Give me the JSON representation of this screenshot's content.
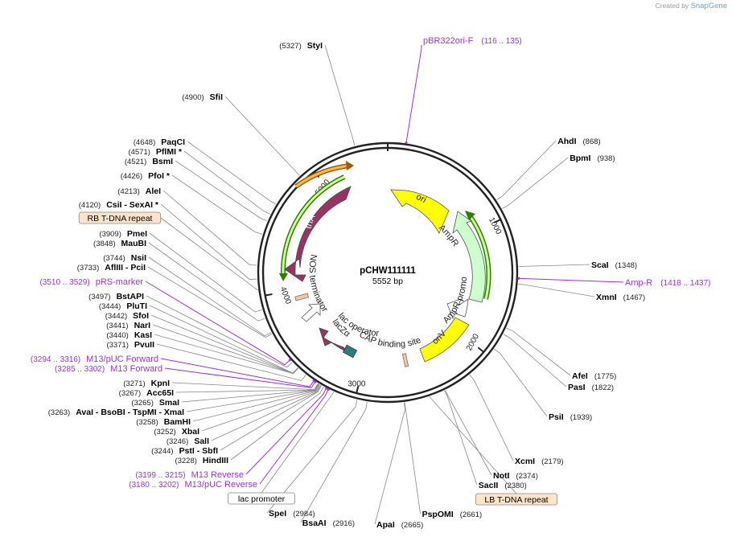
{
  "credit": {
    "created_by": "Created by",
    "brand": "SnapGene"
  },
  "plasmid": {
    "name": "pCHW111111",
    "length": "5552 bp",
    "total_bp": 5552
  },
  "ticks": [
    {
      "bp": 1000,
      "label": "1000"
    },
    {
      "bp": 2000,
      "label": "2000"
    },
    {
      "bp": 3000,
      "label": "3000"
    },
    {
      "bp": 4000,
      "label": "4000"
    },
    {
      "bp": 5000,
      "label": "5000"
    }
  ],
  "sites": [
    {
      "name": "StyI",
      "pos": "(5327)",
      "bp": 5327
    },
    {
      "name": "SfiI",
      "pos": "(4900)",
      "bp": 4900
    },
    {
      "name": "PaqCI",
      "pos": "(4648)",
      "bp": 4648
    },
    {
      "name": "PflMI *",
      "pos": "(4571)",
      "bp": 4571
    },
    {
      "name": "BsmI",
      "pos": "(4521)",
      "bp": 4521
    },
    {
      "name": "PfoI *",
      "pos": "(4426)",
      "bp": 4426
    },
    {
      "name": "AleI",
      "pos": "(4213)",
      "bp": 4213
    },
    {
      "name": "CsiI   - SexAI *",
      "pos": "(4120)",
      "bp": 4120
    },
    {
      "name": "PmeI",
      "pos": "(3909)",
      "bp": 3909
    },
    {
      "name": "MauBI",
      "pos": "(3848)",
      "bp": 3848
    },
    {
      "name": "NsiI",
      "pos": "(3744)",
      "bp": 3744
    },
    {
      "name": "AflIII   - PciI",
      "pos": "(3733)",
      "bp": 3733
    },
    {
      "name": "BstAPI",
      "pos": "(3497)",
      "bp": 3497
    },
    {
      "name": "PluTI",
      "pos": "(3444)",
      "bp": 3444
    },
    {
      "name": "SfoI",
      "pos": "(3442)",
      "bp": 3442
    },
    {
      "name": "NarI",
      "pos": "(3441)",
      "bp": 3441
    },
    {
      "name": "KasI",
      "pos": "(3440)",
      "bp": 3440
    },
    {
      "name": "PvuII",
      "pos": "(3371)",
      "bp": 3371
    },
    {
      "name": "KpnI",
      "pos": "(3271)",
      "bp": 3271
    },
    {
      "name": "Acc65I",
      "pos": "(3267)",
      "bp": 3267
    },
    {
      "name": "SmaI",
      "pos": "(3265)",
      "bp": 3265
    },
    {
      "name": "AvaI   - BsoBI   - TspMI   - XmaI",
      "pos": "(3263)",
      "bp": 3263
    },
    {
      "name": "BamHI",
      "pos": "(3258)",
      "bp": 3258
    },
    {
      "name": "XbaI",
      "pos": "(3252)",
      "bp": 3252
    },
    {
      "name": "SalI",
      "pos": "(3246)",
      "bp": 3246
    },
    {
      "name": "PstI   - SbfI",
      "pos": "(3244)",
      "bp": 3244
    },
    {
      "name": "HindIII",
      "pos": "(3228)",
      "bp": 3228
    },
    {
      "name": "SpeI",
      "pos": "(2984)",
      "bp": 2984
    },
    {
      "name": "BsaAI",
      "pos": "(2916)",
      "bp": 2916
    },
    {
      "name": "ApaI",
      "pos": "(2665)",
      "bp": 2665
    },
    {
      "name": "PspOMI",
      "pos": "(2661)",
      "bp": 2661
    },
    {
      "name": "SacII",
      "pos": "(2380)",
      "bp": 2380
    },
    {
      "name": "NotI",
      "pos": "(2374)",
      "bp": 2374
    },
    {
      "name": "XcmI",
      "pos": "(2179)",
      "bp": 2179
    },
    {
      "name": "PsiI",
      "pos": "(1939)",
      "bp": 1939
    },
    {
      "name": "PasI",
      "pos": "(1822)",
      "bp": 1822
    },
    {
      "name": "AfeI",
      "pos": "(1775)",
      "bp": 1775
    },
    {
      "name": "XmnI",
      "pos": "(1467)",
      "bp": 1467
    },
    {
      "name": "ScaI",
      "pos": "(1348)",
      "bp": 1348
    },
    {
      "name": "BpmI",
      "pos": "(938)",
      "bp": 938
    },
    {
      "name": "AhdI",
      "pos": "(868)",
      "bp": 868
    }
  ],
  "primers": [
    {
      "name": "pBR322ori-F",
      "range": "(116 .. 135)",
      "bp": 125
    },
    {
      "name": "Amp-R",
      "range": "(1418 .. 1437)",
      "bp": 1427
    },
    {
      "name": "pRS-marker",
      "range": "(3510 .. 3529)",
      "bp": 3519
    },
    {
      "name": "M13/pUC Forward",
      "range": "(3294 .. 3316)",
      "bp": 3305
    },
    {
      "name": "M13 Forward",
      "range": "(3285 .. 3302)",
      "bp": 3293
    },
    {
      "name": "M13 Reverse",
      "range": "(3199 .. 3215)",
      "bp": 3207
    },
    {
      "name": "M13/pUC Reverse",
      "range": "(3180 .. 3202)",
      "bp": 3191
    }
  ],
  "boxed_features": [
    {
      "name": "RB T-DNA repeat",
      "bp": 4045
    },
    {
      "name": "lac promoter",
      "bp": 3150
    },
    {
      "name": "LB T-DNA repeat",
      "bp": 2490
    }
  ],
  "features": [
    {
      "name": "ori",
      "color": "#ffff00"
    },
    {
      "name": "AmpR",
      "color": "#ccffcc"
    },
    {
      "name": "AmpR promoter",
      "color": "#ffffff"
    },
    {
      "name": "oriV",
      "color": "#ffff00"
    },
    {
      "name": "CAP binding site",
      "color": "#e8cbb0"
    },
    {
      "name": "lac operator",
      "color": "#ffffff"
    },
    {
      "name": "lacZα",
      "color": "#993366"
    },
    {
      "name": "NOS terminator",
      "color": "#e8cbb0"
    },
    {
      "name": "trfA",
      "color": "#993366"
    }
  ],
  "colors": {
    "primer": "#9b30d9",
    "enzyme_line": "#888888",
    "backbone": "#222222",
    "boxed_fill": "#fde4c8"
  }
}
